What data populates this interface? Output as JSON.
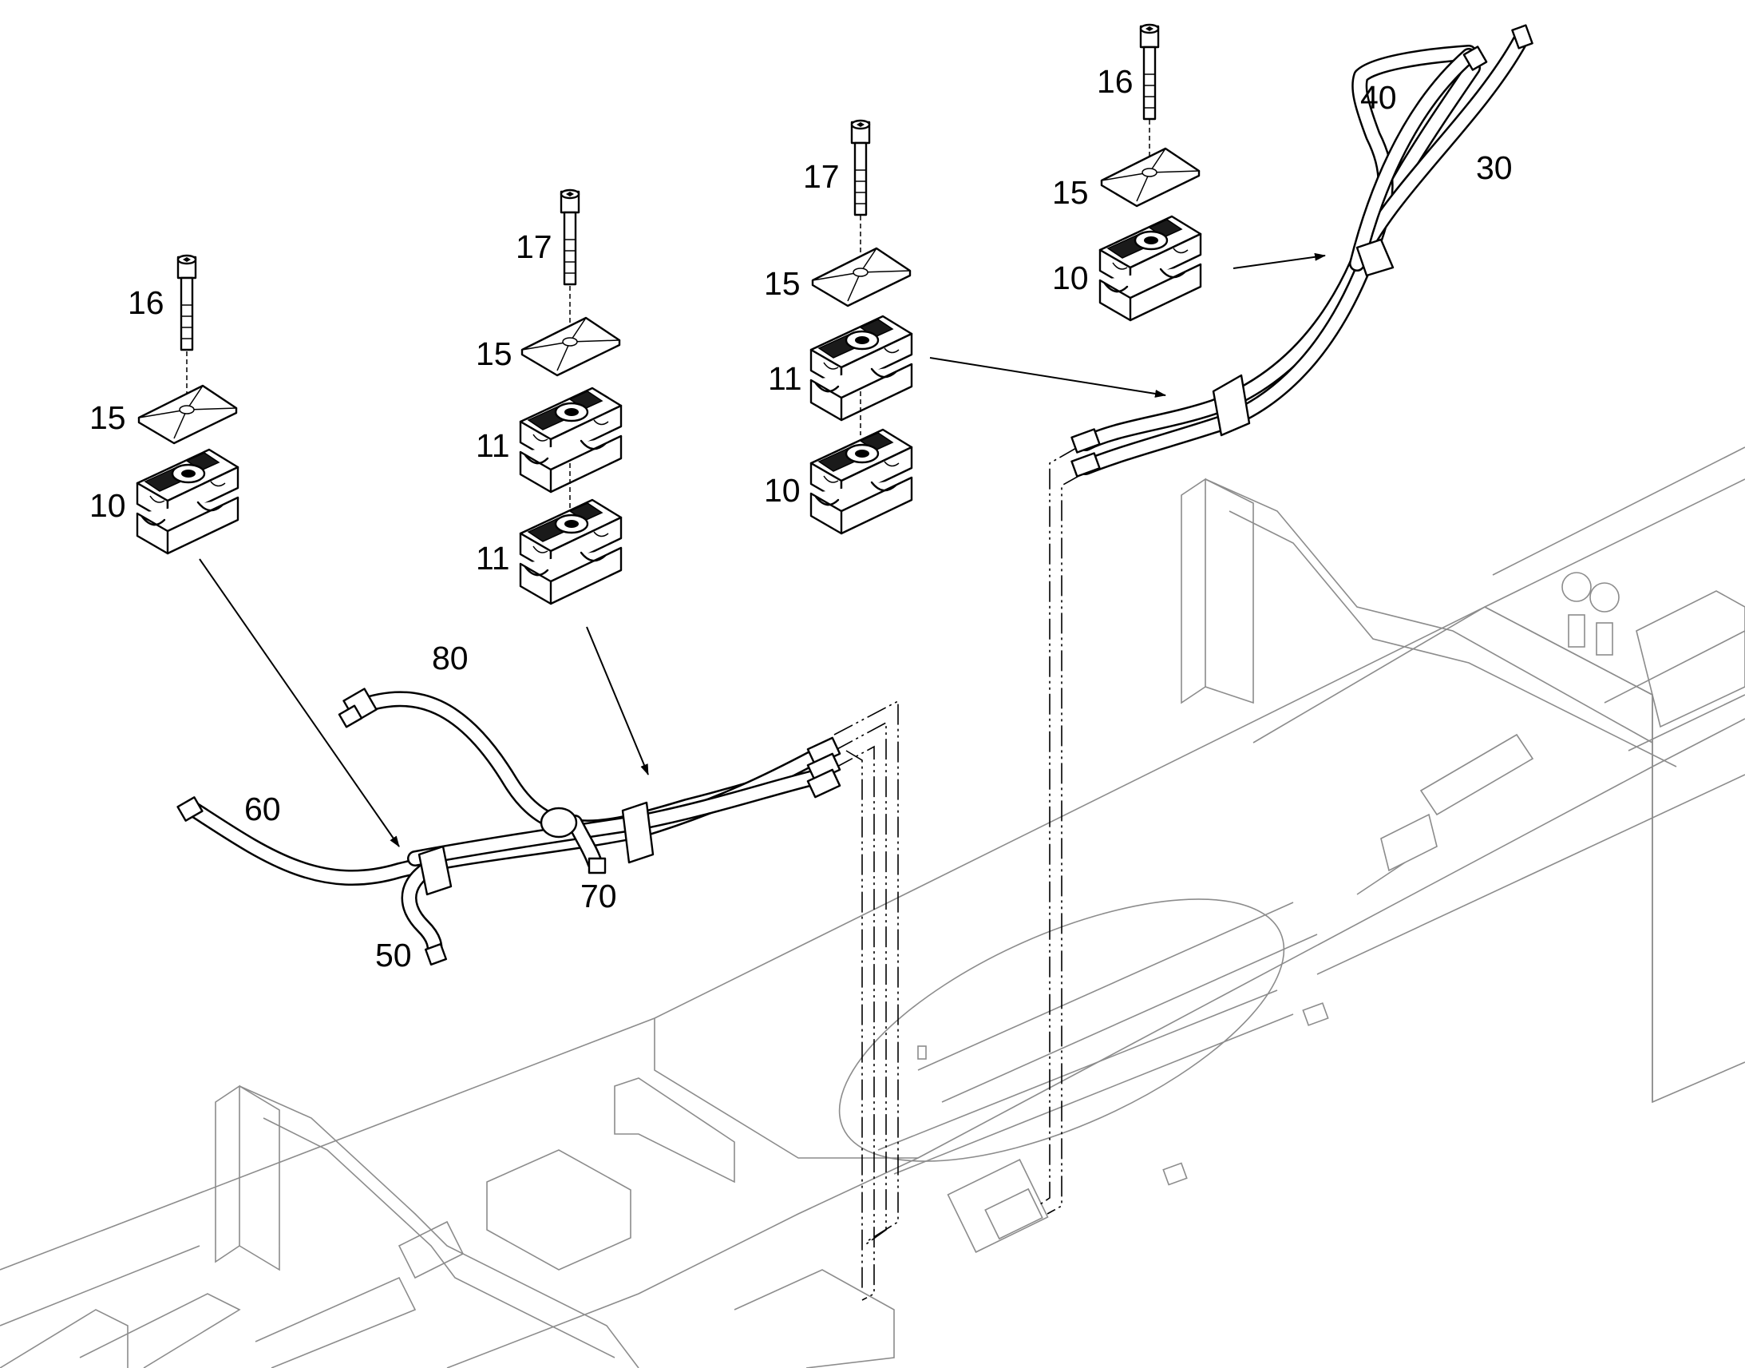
{
  "callouts": {
    "g1_bolt": "16",
    "g1_plate": "15",
    "g1_block": "10",
    "g2_bolt": "17",
    "g2_plate": "15",
    "g2_block_a": "11",
    "g2_block_b": "11",
    "g3_bolt": "17",
    "g3_plate": "15",
    "g3_block_a": "11",
    "g3_block_b": "10",
    "g4_bolt": "16",
    "g4_plate": "15",
    "g4_block": "10",
    "hose_30": "30",
    "hose_40": "40",
    "hose_50": "50",
    "hose_60": "60",
    "hose_70": "70",
    "hose_80": "80"
  }
}
